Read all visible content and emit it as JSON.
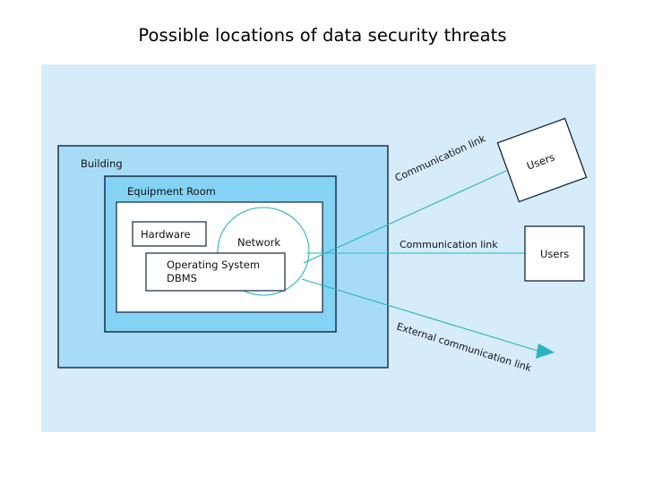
{
  "slide": {
    "title": "Possible locations of data security threats",
    "background_color": "#d6ecfa",
    "page_background": "#ffffff"
  },
  "diagram": {
    "type": "nested-boundary-diagram",
    "colors": {
      "slide_fill": "#d6ecfa",
      "building_fill": "#a8dcf6",
      "equipment_room_fill": "#84d2f4",
      "inner_fill": "#ffffff",
      "box_border": "#12243c",
      "link_color": "#2bb3c0",
      "network_outline": "#2bb3c0",
      "text_color": "#111111"
    },
    "boundaries": [
      {
        "name": "building",
        "label": "Building"
      },
      {
        "name": "equipment-room",
        "label": "Equipment Room"
      },
      {
        "name": "inner-white-area",
        "label": ""
      }
    ],
    "components": [
      {
        "name": "hardware",
        "label": "Hardware"
      },
      {
        "name": "operating-system-dbms",
        "label_line1": "Operating System",
        "label_line2": "DBMS"
      },
      {
        "name": "network",
        "label": "Network"
      }
    ],
    "external_nodes": [
      {
        "name": "users-rotated",
        "label": "Users",
        "rotation_deg": -20
      },
      {
        "name": "users-right",
        "label": "Users",
        "rotation_deg": 0
      }
    ],
    "links": [
      {
        "name": "communication-link-top",
        "label": "Communication link",
        "rotated": true,
        "has_arrow": false
      },
      {
        "name": "communication-link-middle",
        "label": "Communication link",
        "rotated": false,
        "has_arrow": false
      },
      {
        "name": "external-communication-link",
        "label": "External communication link",
        "rotated": true,
        "has_arrow": true
      }
    ]
  }
}
